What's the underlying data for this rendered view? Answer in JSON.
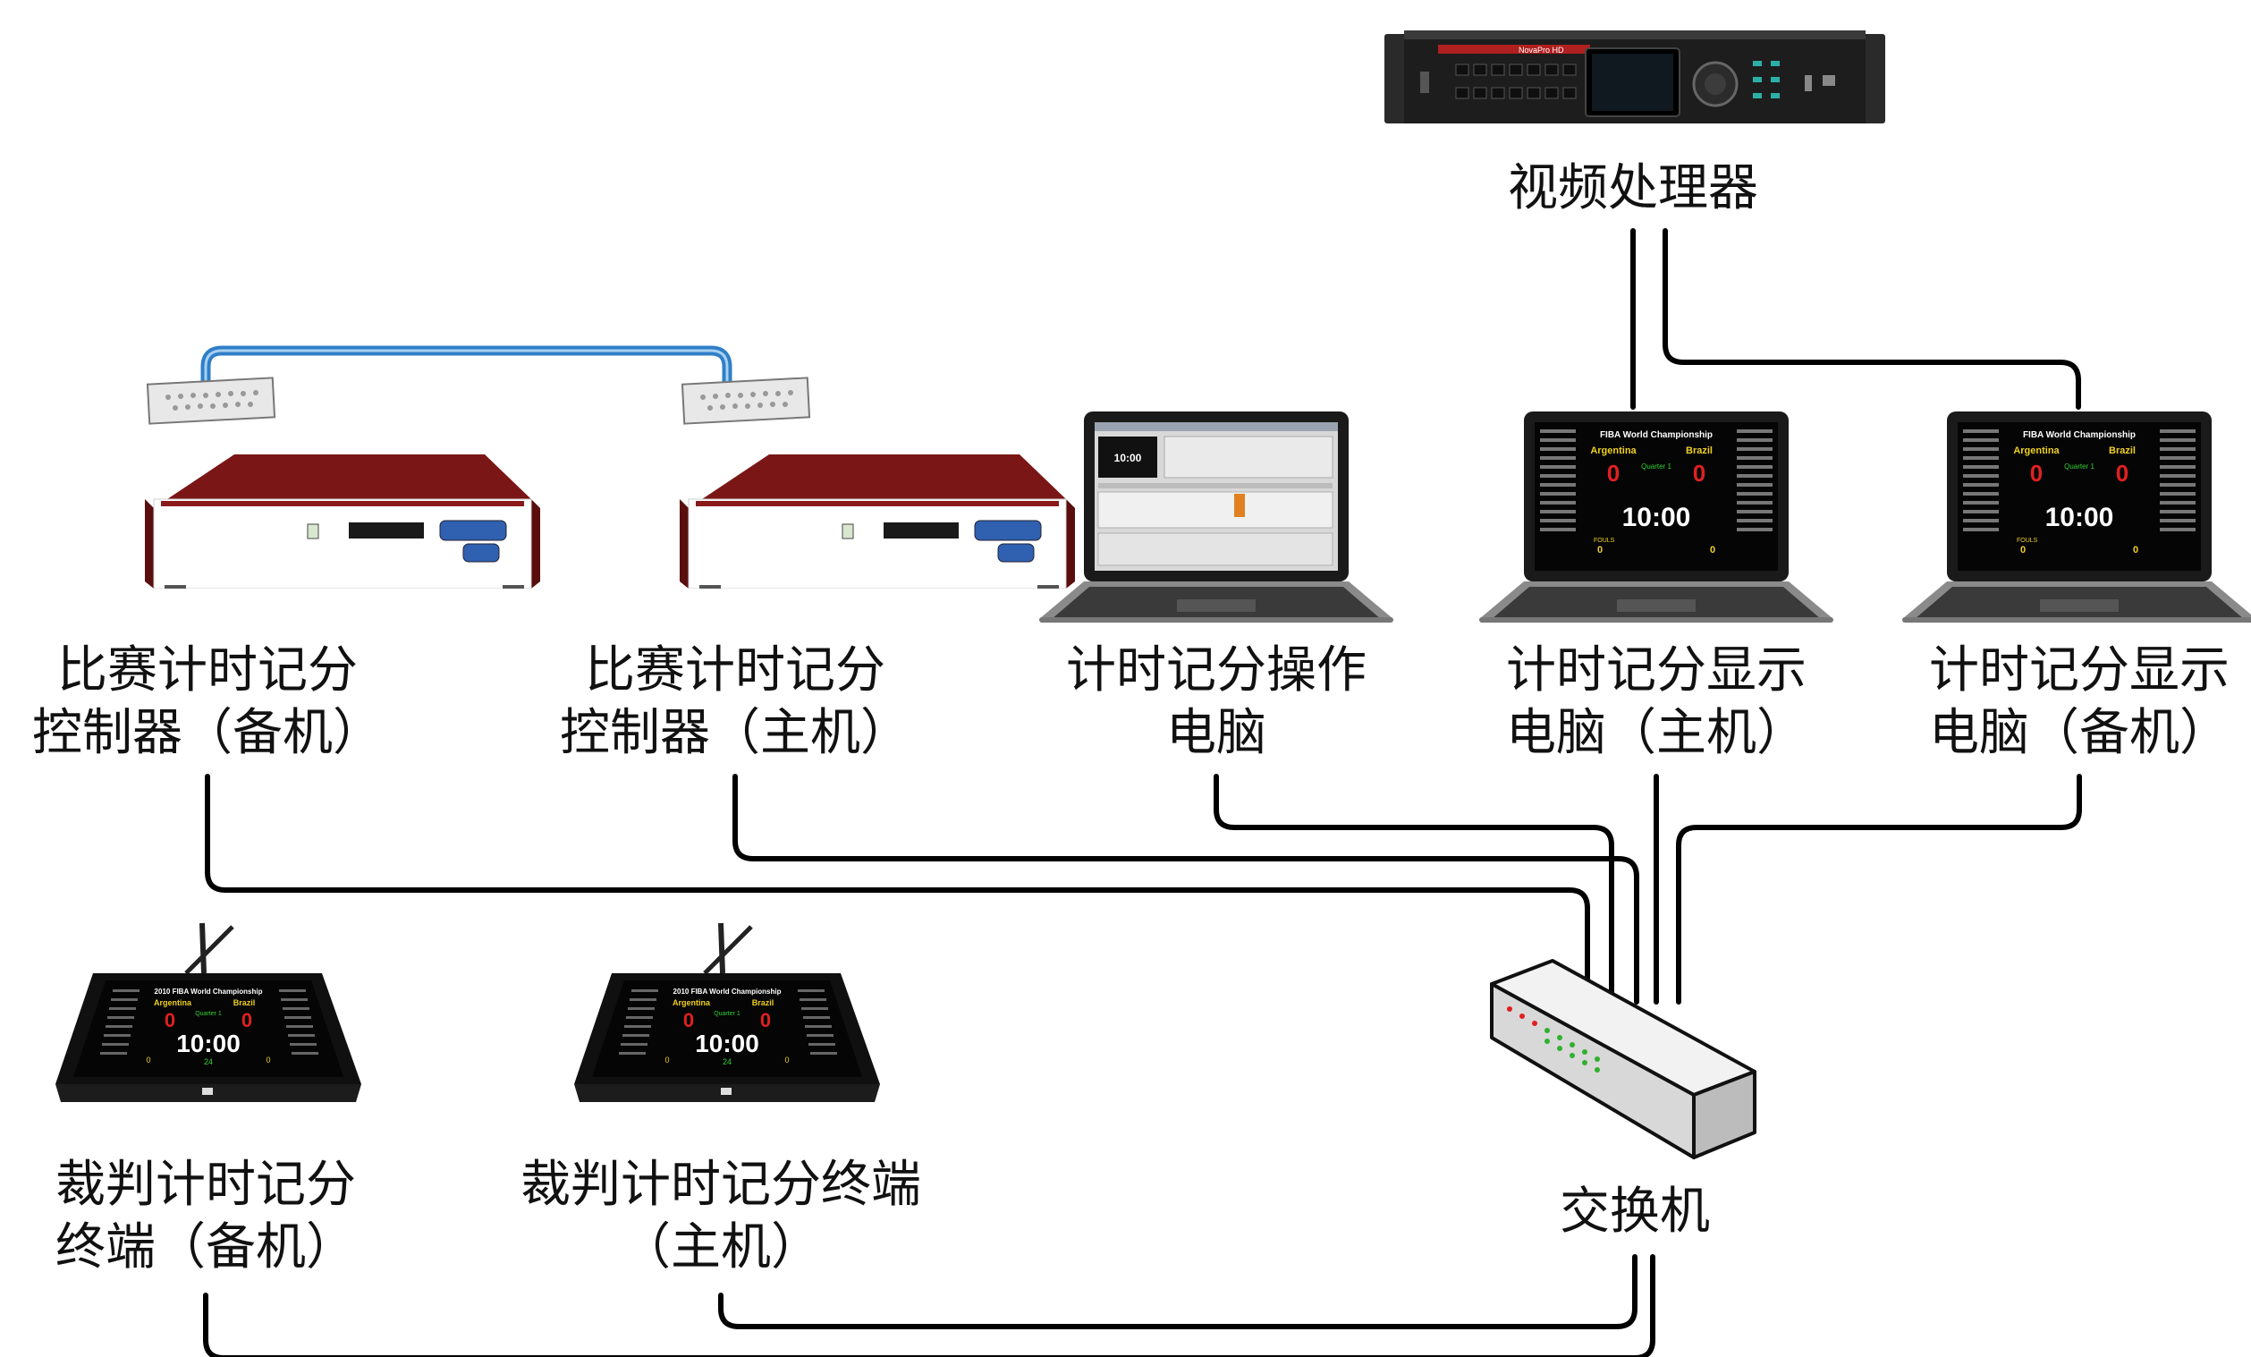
{
  "nodes": {
    "video_processor": {
      "label": "视频处理器",
      "brand_text": "NovaPro HD"
    },
    "controller_backup": {
      "label_line1": "比赛计时记分",
      "label_line2": "控制器（备机）"
    },
    "controller_main": {
      "label_line1": "比赛计时记分",
      "label_line2": "控制器（主机）"
    },
    "operator_pc": {
      "label_line1": "计时记分操作",
      "label_line2": "电脑"
    },
    "display_pc_main": {
      "label_line1": "计时记分显示",
      "label_line2": "电脑（主机）"
    },
    "display_pc_backup": {
      "label_line1": "计时记分显示",
      "label_line2": "电脑（备机）"
    },
    "referee_terminal_backup": {
      "label_line1": "裁判计时记分",
      "label_line2": "终端（备机）"
    },
    "referee_terminal_main": {
      "label_line1": "裁判计时记分终端",
      "label_line2": "（主机）"
    },
    "switch": {
      "label": "交换机"
    }
  },
  "scoreboard_screen": {
    "title": "FIBA World Championship",
    "team_home": "Argentina",
    "team_away": "Brazil",
    "period": "Quarter 1",
    "score_home": "0",
    "score_away": "0",
    "clock": "10:00",
    "fouls_label": "FOULS",
    "fouls_home": "0",
    "fouls_away": "0"
  },
  "terminal_screen": {
    "title": "2010 FIBA World Championship",
    "team_home": "Argentina",
    "team_away": "Brazil",
    "period": "Quarter 1",
    "score_home": "0",
    "score_away": "0",
    "clock": "10:00",
    "shot_clock": "24",
    "fouls_home": "0",
    "fouls_away": "0"
  },
  "colors": {
    "wire": "#000000",
    "link_cable": "#2f7fc8",
    "controller_top": "#7a1616",
    "score_red": "#e02020",
    "team_yellow": "#f0d020",
    "period_green": "#30d030"
  }
}
